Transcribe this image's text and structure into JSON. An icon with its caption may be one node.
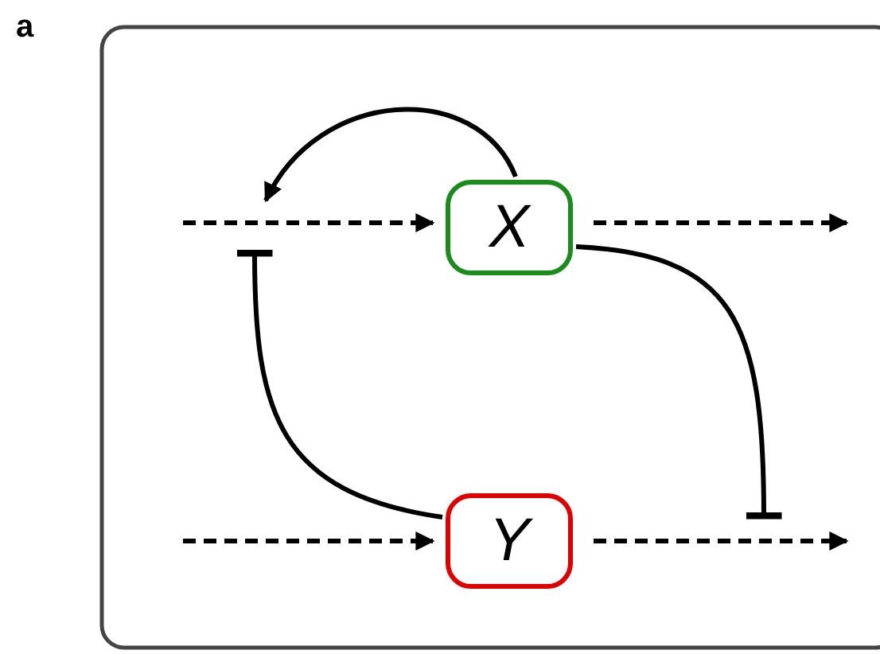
{
  "diagram": {
    "nodes": [
      {
        "text": [
          "X"
        ]
      },
      {
        "text": [
          "Y"
        ]
      }
    ],
    "edges": [
      {
        "from": null,
        "to": 0,
        "arrow": "to",
        "style": "dashed"
      },
      {
        "from": 0,
        "to": null,
        "arrow": "to",
        "style": "dashed"
      },
      {
        "from": null,
        "to": 1,
        "arrow": "to",
        "style": "dashed"
      },
      {
        "from": 1,
        "to": null,
        "arrow": "to",
        "style": "dashed"
      },
      {
        "from": 0,
        "to": null,
        "arrow": "to"
      },
      {
        "from": 1,
        "to": null,
        "arrow": "other"
      },
      {
        "from": 0,
        "to": null,
        "arrow": "other"
      }
    ],
    "labels": [
      "a"
    ]
  }
}
